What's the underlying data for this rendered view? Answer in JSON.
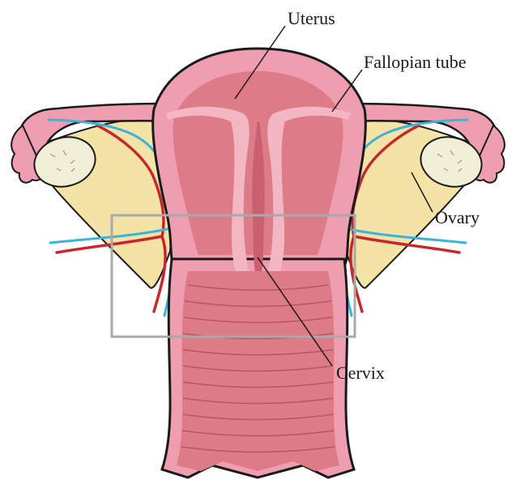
{
  "labels": {
    "uterus": "Uterus",
    "fallopian_tube": "Fallopian tube",
    "ovary": "Ovary",
    "cervix": "Cervix"
  },
  "colors": {
    "outline": "#1a1a1a",
    "uterus_outer": "#ef9db0",
    "uterus_inner": "#dd7b86",
    "canal": "#f2b7c2",
    "ligament": "#f4e3a6",
    "ovary": "#f1efd8",
    "artery": "#c8262c",
    "vein": "#3bb4d8",
    "highlight_box": "#a9a9a9"
  }
}
